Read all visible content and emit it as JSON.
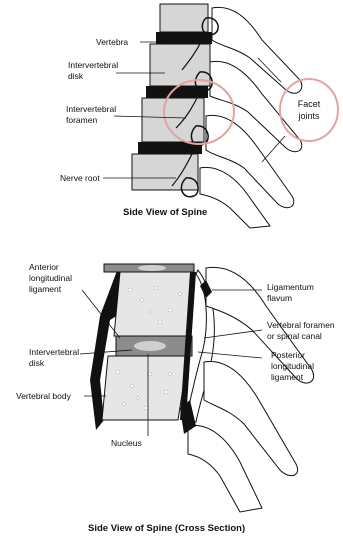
{
  "side_view": {
    "labels": {
      "vertebra": "Vertebra",
      "intervertebral_disk": "Intervertebral\ndisk",
      "intervertebral_foramen": "Intervertebral\nforamen",
      "nerve_root": "Nerve root",
      "facet_joints": "Facet\njoints"
    },
    "caption": "Side View of Spine"
  },
  "cross_section": {
    "labels": {
      "anterior_longitudinal_ligament": "Anterior\nlongitudinal\nligament",
      "intervertebral_disk": "Intervertebral\ndisk",
      "vertebral_body": "Vertebral body",
      "nucleus": "Nucleus",
      "ligamentum_flavum": "Ligamentum\nflavum",
      "vertebral_foramen": "Vertebral foramen\nor spinal canal",
      "posterior_longitudinal_ligament": "Posterior\nlongitudinal\nligament"
    },
    "caption": "Side View of Spine (Cross Section)"
  },
  "colors": {
    "bone": "#d6d6d6",
    "disk": "#111111",
    "ink": "#111111",
    "highlight_circle": "#e8a0a0"
  }
}
